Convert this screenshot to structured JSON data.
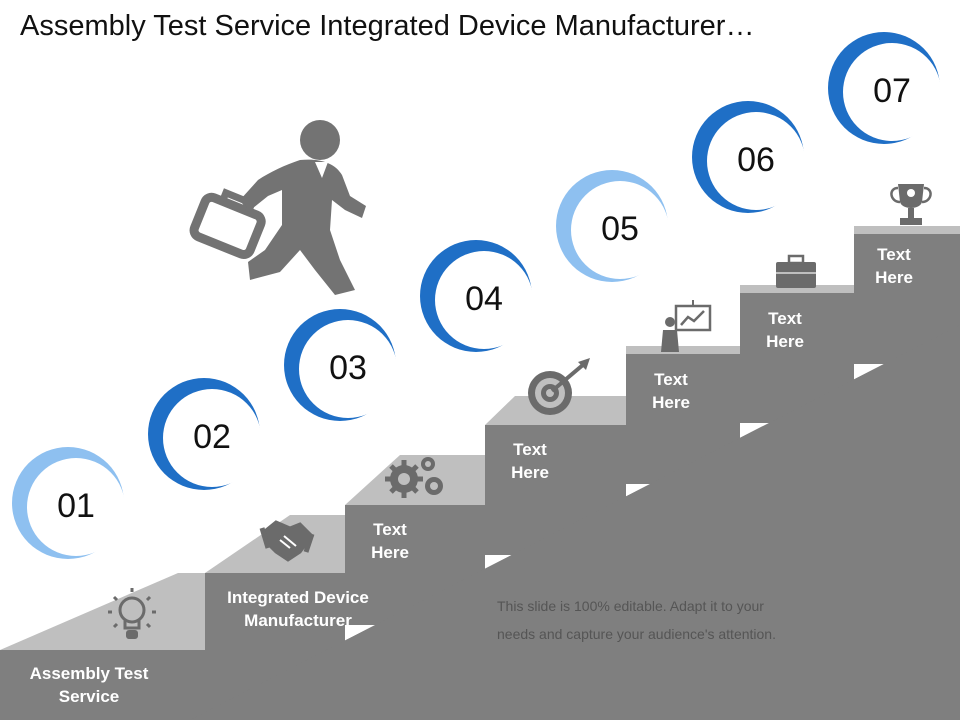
{
  "slide": {
    "title": "Assembly Test Service Integrated Device Manufacturer…",
    "description": "This slide is 100% editable. Adapt it to your needs and capture your audience's attention."
  },
  "colors": {
    "stair_dark": "#7f7f7f",
    "stair_light": "#bfbfbf",
    "icon": "#6b6b6b",
    "blue_dark": "#1f6fc6",
    "blue_light": "#8ec0f0"
  },
  "steps": [
    {
      "number": "01",
      "label": "Assembly Test Service",
      "icon": "lightbulb-icon",
      "ring": "light"
    },
    {
      "number": "02",
      "label": "Integrated Device Manufacturer",
      "icon": "handshake-icon",
      "ring": "dark"
    },
    {
      "number": "03",
      "label": "Text Here",
      "icon": "gears-icon",
      "ring": "dark"
    },
    {
      "number": "04",
      "label": "Text Here",
      "icon": "target-icon",
      "ring": "dark"
    },
    {
      "number": "05",
      "label": "Text Here",
      "icon": "presentation-icon",
      "ring": "light"
    },
    {
      "number": "06",
      "label": "Text Here",
      "icon": "briefcase-icon",
      "ring": "dark"
    },
    {
      "number": "07",
      "label": "Text Here",
      "icon": "trophy-icon",
      "ring": "dark"
    }
  ]
}
